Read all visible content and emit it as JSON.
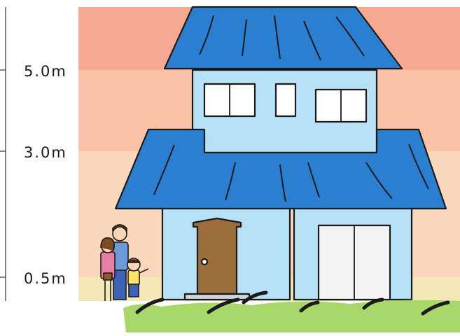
{
  "levels": [
    {
      "label": "5.0m",
      "color": "#f6a990"
    },
    {
      "label": "3.0m",
      "color": "#fac3a8"
    },
    {
      "label": "0.5m",
      "color": "#fbd8bc"
    }
  ],
  "colors": {
    "band_bottom": "#f4e9b6",
    "roof": "#2a7fd0",
    "wall": "#b7e1f6",
    "door": "#9b6d3a",
    "grass": "#a9d86a",
    "outline": "#1b1b1b"
  },
  "icons": [
    "house-icon",
    "family-icon",
    "grass-icon"
  ]
}
